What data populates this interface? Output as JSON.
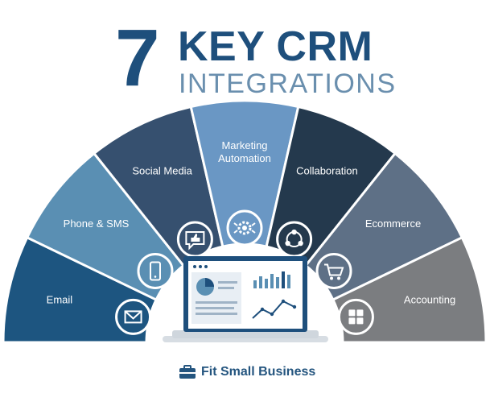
{
  "title": {
    "number": "7",
    "line1": "KEY CRM",
    "line2": "INTEGRATIONS"
  },
  "segments": [
    {
      "label": "Email",
      "icon": "envelope-icon",
      "color": "#1d5580"
    },
    {
      "label": "Phone & SMS",
      "icon": "smartphone-icon",
      "color": "#5a8fb3"
    },
    {
      "label": "Social Media",
      "icon": "chat-like-icon",
      "color": "#36506f"
    },
    {
      "label": "Marketing Automation",
      "label_lines": [
        "Marketing",
        "Automation"
      ],
      "icon": "gears-icon",
      "color": "#6a97c4"
    },
    {
      "label": "Collaboration",
      "icon": "network-icon",
      "color": "#24394d"
    },
    {
      "label": "Ecommerce",
      "icon": "cart-icon",
      "color": "#5e7086"
    },
    {
      "label": "Accounting",
      "icon": "calculator-icon",
      "color": "#7b7d80"
    }
  ],
  "brand": {
    "name": "Fit Small Business",
    "icon": "briefcase-icon",
    "color": "#24557f"
  }
}
